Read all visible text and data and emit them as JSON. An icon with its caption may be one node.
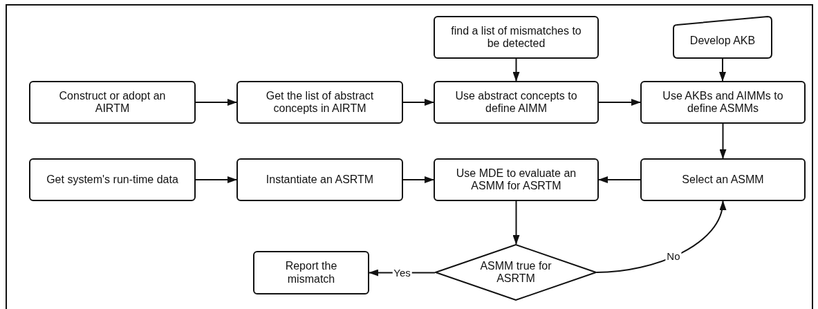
{
  "diagram": {
    "nodes": [
      {
        "text": [
          "find a list of mismatches to be detected"
        ]
      },
      {
        "text": [
          "Develop AKB"
        ]
      },
      {
        "text": [
          "Construct or adopt an AIRTM"
        ]
      },
      {
        "text": [
          "Get the list of abstract concepts in AIRTM"
        ]
      },
      {
        "text": [
          "Use abstract concepts to define AIMM"
        ]
      },
      {
        "text": [
          "Use AKBs and AIMMs to define ASMMs"
        ]
      },
      {
        "text": [
          "Get system's run-time data"
        ]
      },
      {
        "text": [
          "Instantiate an ASRTM"
        ]
      },
      {
        "text": [
          "Use MDE to evaluate an ASMM for ASRTM"
        ]
      },
      {
        "text": [
          "Select an ASMM"
        ]
      },
      {
        "text": [
          "ASMM true for ASRTM"
        ]
      },
      {
        "text": [
          "Report the mismatch"
        ]
      }
    ],
    "edges": [
      {
        "from": 0,
        "to": 4,
        "arrow": "to"
      },
      {
        "from": 1,
        "to": 5,
        "arrow": "to"
      },
      {
        "from": 2,
        "to": 3,
        "arrow": "to"
      },
      {
        "from": 3,
        "to": 4,
        "arrow": "to"
      },
      {
        "from": 4,
        "to": 5,
        "arrow": "to"
      },
      {
        "from": 5,
        "to": 9,
        "arrow": "to"
      },
      {
        "from": 6,
        "to": 7,
        "arrow": "to"
      },
      {
        "from": 7,
        "to": 8,
        "arrow": "to"
      },
      {
        "from": 9,
        "to": 8,
        "arrow": "to"
      },
      {
        "from": 8,
        "to": 10,
        "arrow": "to"
      },
      {
        "from": 10,
        "to": 11,
        "label": "Yes",
        "arrow": "to"
      },
      {
        "from": 10,
        "to": 9,
        "label": "No",
        "arrow": "to"
      }
    ]
  }
}
